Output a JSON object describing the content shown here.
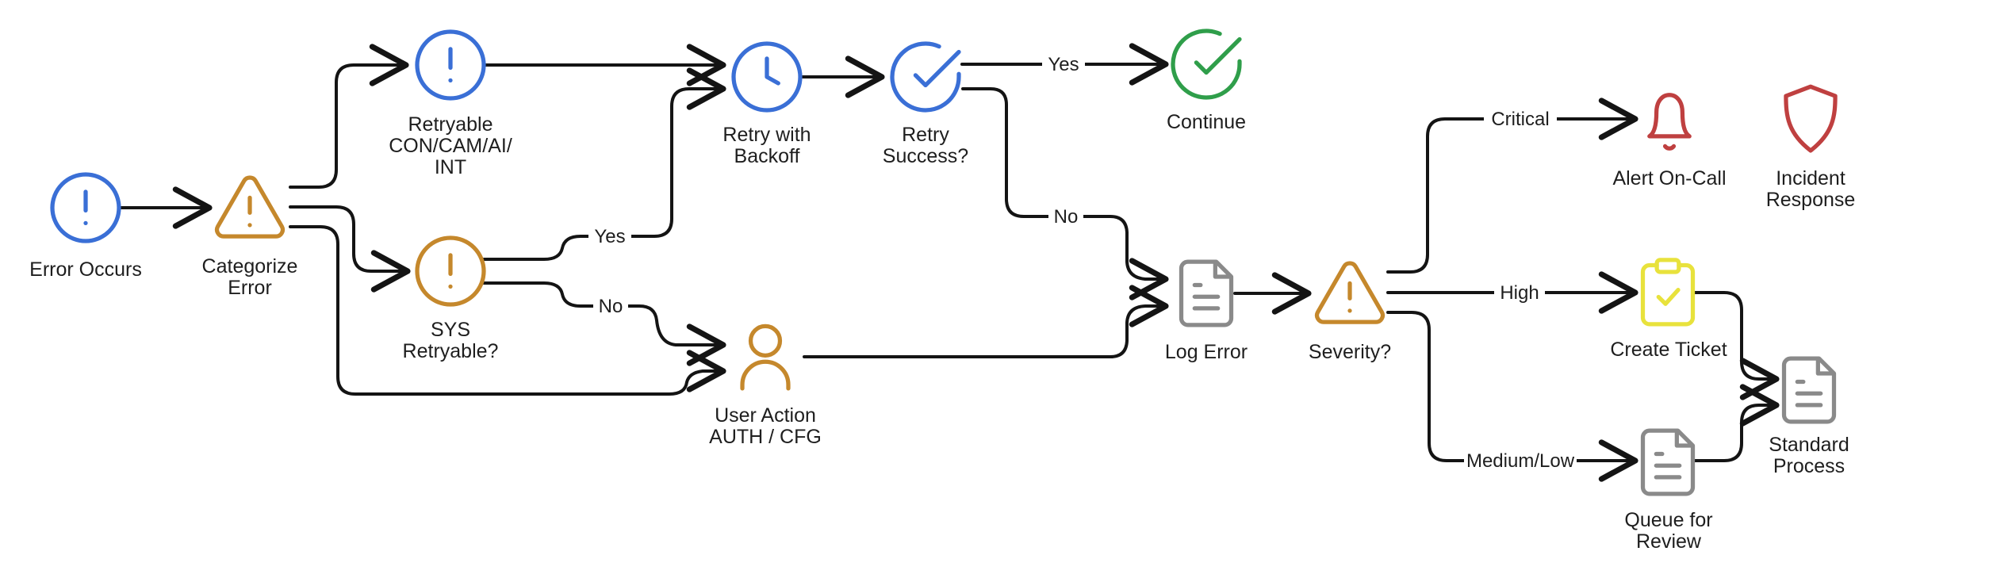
{
  "diagram": {
    "kind": "flowchart",
    "colors": {
      "blue": "#3a6fd6",
      "amber": "#c5882c",
      "green": "#2f9e4a",
      "red": "#bf4040",
      "yellow": "#e8e23c",
      "gray": "#8a8a8a",
      "line": "#141414"
    },
    "nodes": {
      "error_occurs": {
        "icon": "alert-circle-icon",
        "lines": [
          "Error Occurs"
        ]
      },
      "categorize_error": {
        "icon": "alert-triangle-icon",
        "lines": [
          "Categorize",
          "Error"
        ]
      },
      "retryable": {
        "icon": "alert-circle-icon",
        "lines": [
          "Retryable",
          "CON/CAM/AI/",
          "INT"
        ]
      },
      "sys_retryable": {
        "icon": "alert-circle-icon",
        "lines": [
          "SYS",
          "Retryable?"
        ]
      },
      "retry_with_backoff": {
        "icon": "clock-icon",
        "lines": [
          "Retry with",
          "Backoff"
        ]
      },
      "retry_success": {
        "icon": "check-circle-icon",
        "lines": [
          "Retry",
          "Success?"
        ]
      },
      "continue": {
        "icon": "check-circle-icon",
        "lines": [
          "Continue"
        ]
      },
      "user_action": {
        "icon": "user-icon",
        "lines": [
          "User Action",
          "AUTH / CFG"
        ]
      },
      "log_error": {
        "icon": "file-text-icon",
        "lines": [
          "Log Error"
        ]
      },
      "severity": {
        "icon": "alert-triangle-icon",
        "lines": [
          "Severity?"
        ]
      },
      "alert_on_call": {
        "icon": "bell-icon",
        "lines": [
          "Alert On-Call"
        ]
      },
      "incident_response": {
        "icon": "shield-icon",
        "lines": [
          "Incident",
          "Response"
        ]
      },
      "create_ticket": {
        "icon": "clipboard-check-icon",
        "lines": [
          "Create Ticket"
        ]
      },
      "queue_for_review": {
        "icon": "file-text-icon",
        "lines": [
          "Queue for",
          "Review"
        ]
      },
      "standard_process": {
        "icon": "file-text-icon",
        "lines": [
          "Standard",
          "Process"
        ]
      }
    },
    "edge_labels": {
      "sys_yes": "Yes",
      "sys_no": "No",
      "retry_yes": "Yes",
      "retry_no": "No",
      "critical": "Critical",
      "high": "High",
      "medium_low": "Medium/Low"
    }
  }
}
